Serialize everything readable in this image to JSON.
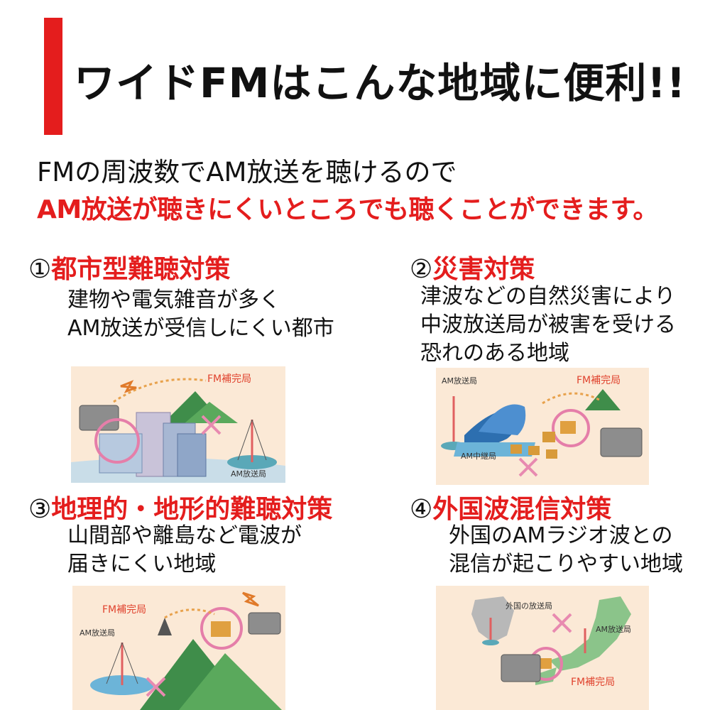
{
  "header": {
    "headline": "ワイドFMはこんな地域に便利!!",
    "accent_color": "#e41d1d"
  },
  "intro": {
    "line1": "FMの周波数でAM放送を聴けるので",
    "line2": "AM放送が聴きにくいところでも聴くことができます。"
  },
  "sections": [
    {
      "number": "①",
      "title": "都市型難聴対策",
      "desc": [
        "建物や電気雑音が多く",
        "AM放送が受信しにくい都市"
      ],
      "labels": {
        "fm": "FM補完局",
        "am": "AM放送局"
      }
    },
    {
      "number": "②",
      "title": "災害対策",
      "desc": [
        "津波などの自然災害により",
        "中波放送局が被害を受ける",
        "恐れのある地域"
      ],
      "labels": {
        "am": "AM放送局",
        "fm": "FM補完局",
        "relay": "AM中継局"
      }
    },
    {
      "number": "③",
      "title": "地理的・地形的難聴対策",
      "desc": [
        "山間部や離島など電波が",
        "届きにくい地域"
      ],
      "labels": {
        "fm": "FM補完局",
        "am": "AM放送局"
      }
    },
    {
      "number": "④",
      "title": "外国波混信対策",
      "desc": [
        "外国のAMラジオ波との",
        "混信が起こりやすい地域"
      ],
      "labels": {
        "foreign": "外国の放送局",
        "am": "AM放送局",
        "fm": "FM補完局"
      }
    }
  ]
}
